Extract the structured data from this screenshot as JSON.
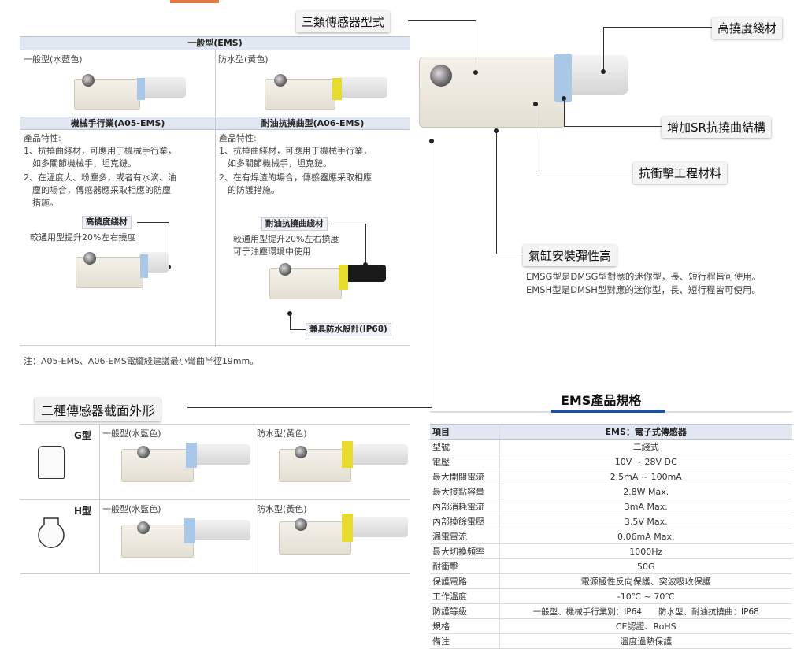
{
  "ems_table": {
    "title": "一般型(EMS)",
    "general_type": "一般型(水藍色)",
    "waterproof_type": "防水型(黃色)",
    "robot_title": "機械手行業(A05-EMS)",
    "oil_title": "耐油抗撓曲型(A06-EMS)",
    "features_label": "產品特性:",
    "robot_features": [
      "1、抗撓曲綫材，可應用于機械手行業，",
      "　如多關節機械手，坦克鏈。",
      "2、在溫度大、粉塵多，或者有水滴、油",
      "　塵的場合，傳感器應采取相應的防塵",
      "　措施。"
    ],
    "oil_features": [
      "1、抗撓曲綫材，可應用于機械手行業，",
      "　如多關節機械手，坦克鏈。",
      "2、在有焊渣的場合，傳感器應采取相應",
      "　的防護措施。"
    ],
    "robot_tag": "高撓度綫材",
    "robot_tag_desc": "較通用型提升20%左右撓度",
    "oil_tag": "耐油抗撓曲綫材",
    "oil_tag_desc_1": "較通用型提升20%左右撓度",
    "oil_tag_desc_2": "可于油塵環境中使用",
    "ip68_tag": "兼具防水設計(IP68)",
    "note": "注：A05-EMS、A06-EMS電纜綫建議最小彎曲半徑19mm。"
  },
  "callouts": {
    "three_types": "三類傳感器型式",
    "high_flex": "高撓度綫材",
    "sr_structure": "增加SR抗撓曲結構",
    "impact_material": "抗衝擊工程材料",
    "cylinder_install": "氣缸安裝彈性高",
    "desc_1": "EMSG型是DMSG型對應的迷你型，長、短行程皆可使用。",
    "desc_2": "EMSH型是DMSH型對應的迷你型，長、短行程皆可使用。"
  },
  "section": {
    "cross_title": "二種傳感器截面外形",
    "g_type": "G型",
    "h_type": "H型",
    "general": "一般型(水藍色)",
    "waterproof": "防水型(黃色)"
  },
  "spec": {
    "title": "EMS產品規格",
    "header_k": "項目",
    "header_v": "EMS：電子式傳感器",
    "rows": [
      {
        "k": "型號",
        "v": "二綫式"
      },
      {
        "k": "電壓",
        "v": "10V ~ 28V DC"
      },
      {
        "k": "最大開關電流",
        "v": "2.5mA ~ 100mA"
      },
      {
        "k": "最大接點容量",
        "v": "2.8W Max."
      },
      {
        "k": "內部消耗電流",
        "v": "3mA Max."
      },
      {
        "k": "內部換餘電壓",
        "v": "3.5V Max."
      },
      {
        "k": "漏電電流",
        "v": "0.06mA Max."
      },
      {
        "k": "最大切換頻率",
        "v": "1000Hz"
      },
      {
        "k": "耐衝擊",
        "v": "50G"
      },
      {
        "k": "保護電路",
        "v": "電源極性反向保護、突波吸收保護"
      },
      {
        "k": "工作溫度",
        "v": "-10℃ ~ 70℃"
      },
      {
        "k": "防護等級",
        "v": "一般型、機械手行業別：IP64　　防水型、耐油抗撓曲：IP68"
      },
      {
        "k": "規格",
        "v": "CE認證、RoHS"
      },
      {
        "k": "備注",
        "v": "溫度過熱保護"
      }
    ]
  },
  "colors": {
    "blue_band": "#a9c8e8",
    "yellow_band": "#e8dc2a",
    "header_bg": "#e2e8f2",
    "accent_line": "#1f4f9a"
  }
}
